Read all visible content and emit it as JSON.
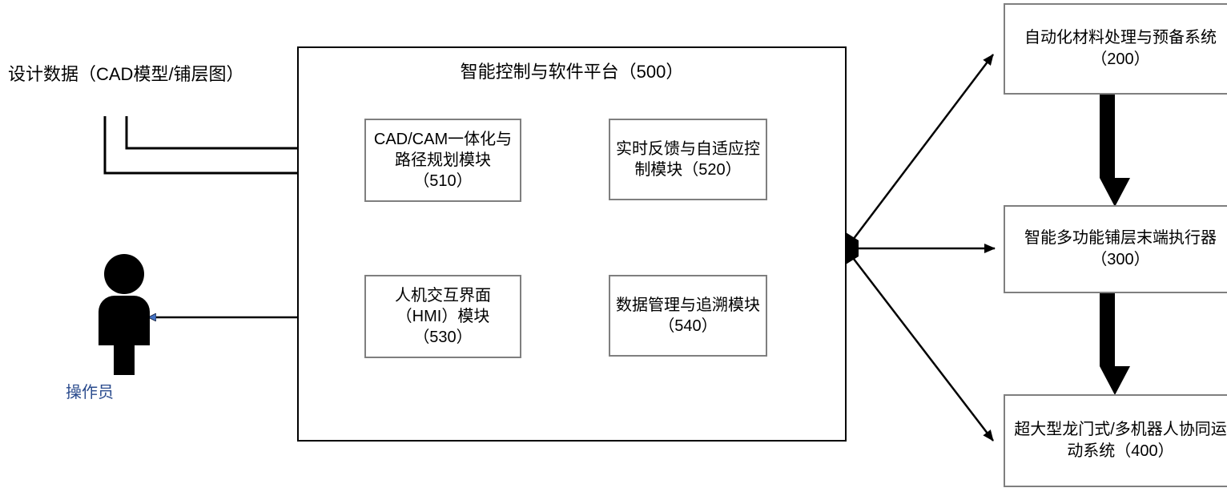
{
  "diagram": {
    "title_note": "",
    "colors": {
      "box_border": "#7f7f7f",
      "platform_border": "#000000",
      "arrow_black": "#000000",
      "operator_accent": "#2a4b8d",
      "background": "#ffffff"
    }
  },
  "inputs": {
    "design_data_label": "设计数据（CAD模型/铺层图）"
  },
  "actor": {
    "name": "操作员",
    "icon": "person-icon"
  },
  "platform": {
    "title": "智能控制与软件平台（500）",
    "modules": [
      {
        "id": "510",
        "label": "CAD/CAM一体化与路径规划模块（510）"
      },
      {
        "id": "520",
        "label": "实时反馈与自适应控制模块（520）"
      },
      {
        "id": "530",
        "label": "人机交互界面（HMI）模块（530）"
      },
      {
        "id": "540",
        "label": "数据管理与追溯模块（540）"
      }
    ]
  },
  "systems": [
    {
      "id": "200",
      "label": "自动化材料处理与预备系统（200）"
    },
    {
      "id": "300",
      "label": "智能多功能铺层末端执行器（300）"
    },
    {
      "id": "400",
      "label": "超大型龙门式/多机器人协同运动系统（400）"
    }
  ],
  "connectors": [
    {
      "name": "design-data-to-cadcam",
      "style": "hollow-block-arrow",
      "from": "design_data",
      "to": "510"
    },
    {
      "name": "cadcam-to-realtime",
      "style": "thick-double-arrow",
      "from": "510",
      "to": "520"
    },
    {
      "name": "cadcam-to-hmi",
      "style": "thick-double-arrow",
      "from": "510",
      "to": "530"
    },
    {
      "name": "realtime-to-data",
      "style": "thick-double-arrow",
      "from": "520",
      "to": "540"
    },
    {
      "name": "hmi-to-data",
      "style": "thick-double-arrow",
      "from": "530",
      "to": "540"
    },
    {
      "name": "hmi-to-operator",
      "style": "thin-double-arrow",
      "from": "530",
      "to": "operator"
    },
    {
      "name": "platform-to-system-200",
      "style": "thin-arrow",
      "from": "500",
      "to": "200"
    },
    {
      "name": "platform-to-system-300",
      "style": "thin-arrow",
      "from": "500",
      "to": "300"
    },
    {
      "name": "platform-to-system-400",
      "style": "thin-arrow",
      "from": "500",
      "to": "400"
    },
    {
      "name": "system-200-to-300",
      "style": "thick-block-arrow",
      "from": "200",
      "to": "300"
    },
    {
      "name": "system-300-to-400",
      "style": "thick-block-arrow",
      "from": "300",
      "to": "400"
    }
  ]
}
